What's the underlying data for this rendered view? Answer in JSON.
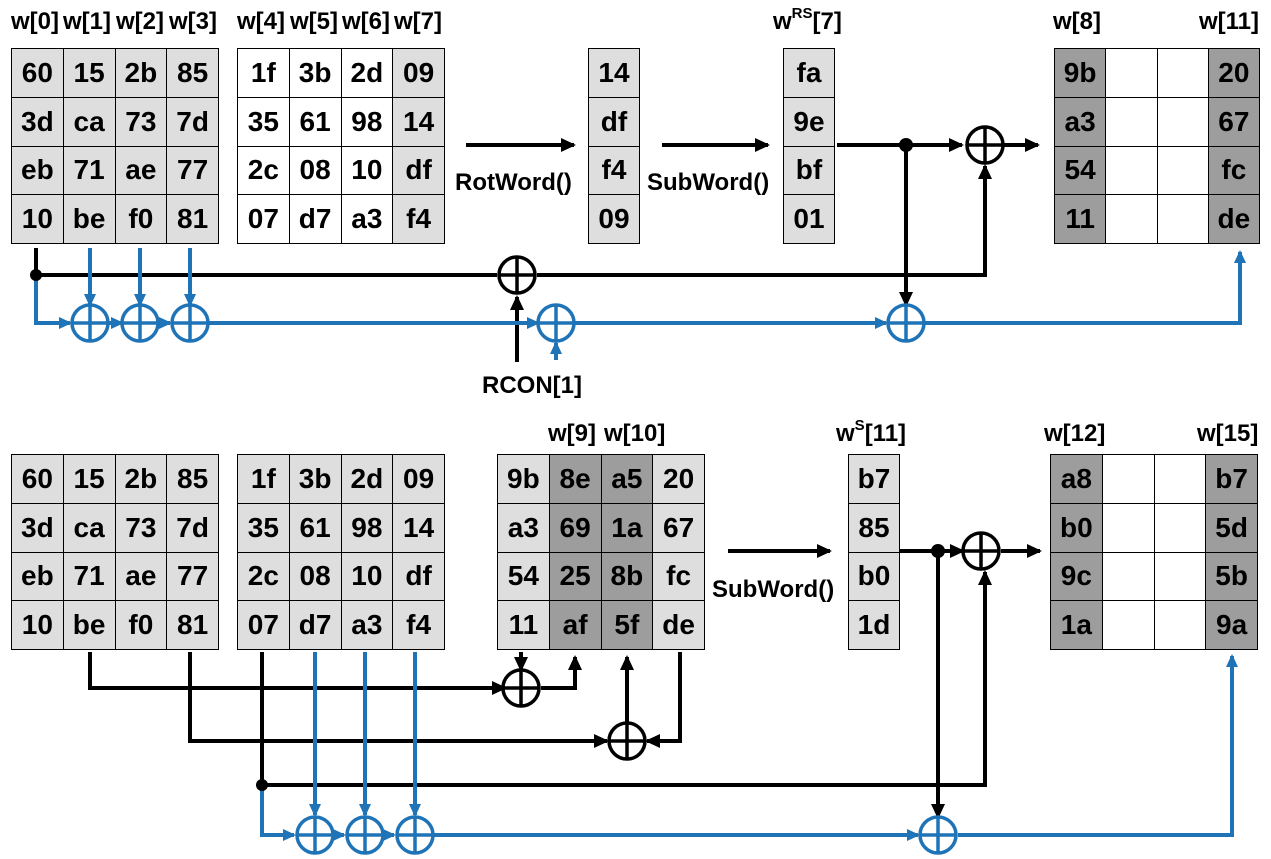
{
  "colors": {
    "black_wire": "#000000",
    "blue_wire": "#1f73b7",
    "light_cell": "#dedede",
    "dark_cell": "#9d9d9d",
    "white_cell": "#ffffff"
  },
  "icons": [
    "xor-circle-plus-icon",
    "arrow-head-icon"
  ],
  "top": {
    "labels": {
      "w0": "w[0]",
      "w1": "w[1]",
      "w2": "w[2]",
      "w3": "w[3]",
      "w4": "w[4]",
      "w5": "w[5]",
      "w6": "w[6]",
      "w7": "w[7]",
      "wrs7_base": "w",
      "wrs7_sup": "RS",
      "wrs7_tail": "[7]",
      "w8": "w[8]",
      "w11": "w[11]"
    },
    "rotword": "RotWord()",
    "subword": "SubWord()",
    "rcon": "RCON[1]",
    "key_a": [
      [
        "60",
        "15",
        "2b",
        "85"
      ],
      [
        "3d",
        "ca",
        "73",
        "7d"
      ],
      [
        "eb",
        "71",
        "ae",
        "77"
      ],
      [
        "10",
        "be",
        "f0",
        "81"
      ]
    ],
    "key_b": [
      [
        "1f",
        "3b",
        "2d",
        "09"
      ],
      [
        "35",
        "61",
        "98",
        "14"
      ],
      [
        "2c",
        "08",
        "10",
        "df"
      ],
      [
        "07",
        "d7",
        "a3",
        "f4"
      ]
    ],
    "rot": [
      "14",
      "df",
      "f4",
      "09"
    ],
    "sub": [
      "fa",
      "9e",
      "bf",
      "01"
    ],
    "out": [
      [
        "9b",
        "",
        "",
        "20"
      ],
      [
        "a3",
        "",
        "",
        "67"
      ],
      [
        "54",
        "",
        "",
        "fc"
      ],
      [
        "11",
        "",
        "",
        "de"
      ]
    ]
  },
  "bottom": {
    "labels": {
      "w9": "w[9]",
      "w10": "w[10]",
      "ws11_base": "w",
      "ws11_sup": "S",
      "ws11_tail": "[11]",
      "w12": "w[12]",
      "w15": "w[15]"
    },
    "subword": "SubWord()",
    "key_a": [
      [
        "60",
        "15",
        "2b",
        "85"
      ],
      [
        "3d",
        "ca",
        "73",
        "7d"
      ],
      [
        "eb",
        "71",
        "ae",
        "77"
      ],
      [
        "10",
        "be",
        "f0",
        "81"
      ]
    ],
    "key_b": [
      [
        "1f",
        "3b",
        "2d",
        "09"
      ],
      [
        "35",
        "61",
        "98",
        "14"
      ],
      [
        "2c",
        "08",
        "10",
        "df"
      ],
      [
        "07",
        "d7",
        "a3",
        "f4"
      ]
    ],
    "mid": [
      [
        "9b",
        "8e",
        "a5",
        "20"
      ],
      [
        "a3",
        "69",
        "1a",
        "67"
      ],
      [
        "54",
        "25",
        "8b",
        "fc"
      ],
      [
        "11",
        "af",
        "5f",
        "de"
      ]
    ],
    "sub": [
      "b7",
      "85",
      "b0",
      "1d"
    ],
    "out": [
      [
        "a8",
        "",
        "",
        "b7"
      ],
      [
        "b0",
        "",
        "",
        "5d"
      ],
      [
        "9c",
        "",
        "",
        "5b"
      ],
      [
        "1a",
        "",
        "",
        "9a"
      ]
    ]
  }
}
